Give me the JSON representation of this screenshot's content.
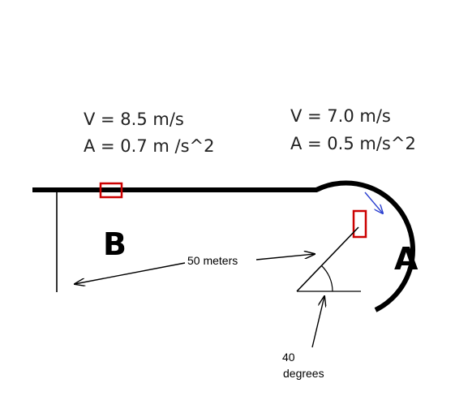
{
  "point_b": {
    "label": "B",
    "velocity": "V = 8.5 m/s",
    "acceleration": "A = 0.7 m /s^2"
  },
  "point_a": {
    "label": "A",
    "velocity": "V = 7.0 m/s",
    "acceleration": "A = 0.5 m/s^2"
  },
  "radius_label": "50 meters",
  "angle_label": {
    "line1": "40",
    "line2": "degrees"
  },
  "colors": {
    "track": "#000000",
    "car_box": "#cc0000",
    "direction_arrow": "#2a3fd0"
  }
}
